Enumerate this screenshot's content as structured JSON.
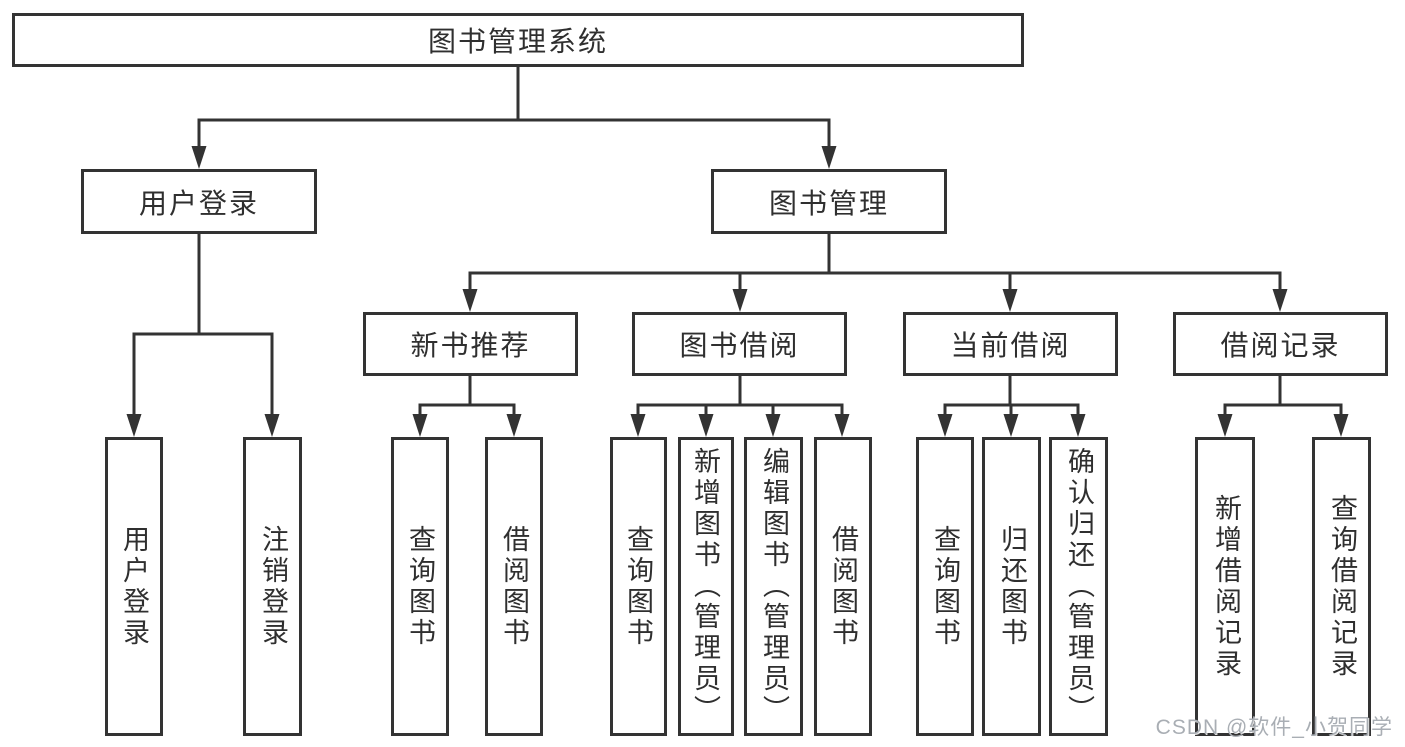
{
  "diagram": {
    "type": "hierarchy",
    "root": {
      "label": "图书管理系统"
    },
    "branches": [
      {
        "label": "用户登录",
        "children": [
          {
            "label": "用户登录"
          },
          {
            "label": "注销登录"
          }
        ]
      },
      {
        "label": "图书管理",
        "sections": [
          {
            "label": "新书推荐",
            "children": [
              {
                "label": "查询图书"
              },
              {
                "label": "借阅图书"
              }
            ]
          },
          {
            "label": "图书借阅",
            "children": [
              {
                "label": "查询图书"
              },
              {
                "label": "新增图书（管理员）"
              },
              {
                "label": "编辑图书（管理员）"
              },
              {
                "label": "借阅图书"
              }
            ]
          },
          {
            "label": "当前借阅",
            "children": [
              {
                "label": "查询图书"
              },
              {
                "label": "归还图书"
              },
              {
                "label": "确认归还（管理员）"
              }
            ]
          },
          {
            "label": "借阅记录",
            "children": [
              {
                "label": "新增借阅记录"
              },
              {
                "label": "查询借阅记录"
              }
            ]
          }
        ]
      }
    ],
    "watermark": "CSDN @软件_小贺同学",
    "colors": {
      "line": "#333333",
      "border": "#333333",
      "text": "#2f2f2f",
      "background": "#ffffff",
      "watermark": "#a9aeb4"
    }
  }
}
